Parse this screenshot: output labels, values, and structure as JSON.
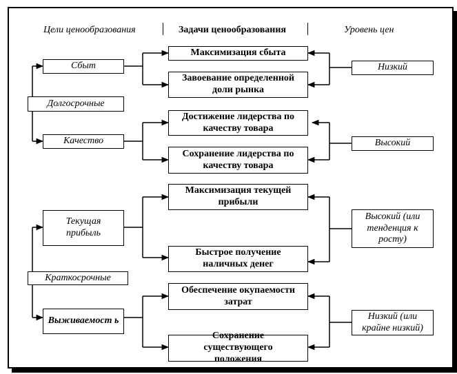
{
  "headers": {
    "goals": "Цели ценообразования",
    "tasks": "Задачи ценообразования",
    "price_level": "Уровень цен"
  },
  "horizons": {
    "long_term": "Долгосрочные",
    "short_term": "Краткосрочные"
  },
  "goals": {
    "sales": "Сбыт",
    "quality": "Качество",
    "current_profit": "Текущая прибыль",
    "survival": "Выживаемост ь"
  },
  "tasks": {
    "max_sales": "Максимизация сбыта",
    "market_share": "Завоевание определенной доли рынка",
    "quality_leadership": "Достижение лидерства по качеству товара",
    "keep_quality_leadership": "Сохранение лидерства по качеству товара",
    "max_profit": "Максимизация текущей прибыли",
    "fast_cash": "Быстрое получение наличных денег",
    "cost_recovery": "Обеспечение окупаемости затрат",
    "status_quo": "Сохранение существующего положения"
  },
  "price_levels": {
    "low": "Низкий",
    "high": "Высокий",
    "high_or_rising": "Высокий (или тенденция к росту)",
    "low_or_very_low": "Низкий (или крайне низкий)"
  }
}
